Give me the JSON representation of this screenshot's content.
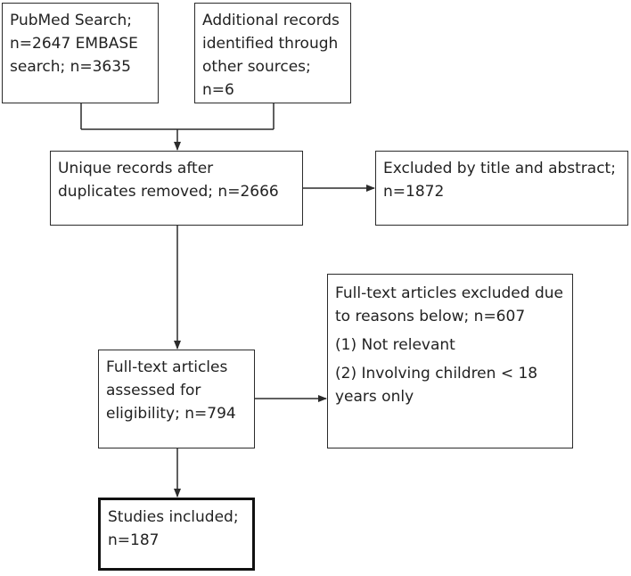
{
  "boxes": {
    "pubmed": "PubMed Search; n=2647 EMBASE search; n=3635",
    "additional": "Additional records identified through other sources; n=6",
    "unique": "Unique records after duplicates removed; n=2666",
    "excluded_title": "Excluded by title and abstract; n=1872",
    "fulltext_excluded": {
      "heading": "Full-text articles excluded due to reasons below; n=607",
      "reasons": [
        "(1) Not relevant",
        "(2) Involving children < 18 years only"
      ]
    },
    "assessed": "Full-text articles assessed for eligibility; n=794",
    "included": "Studies included; n=187"
  }
}
